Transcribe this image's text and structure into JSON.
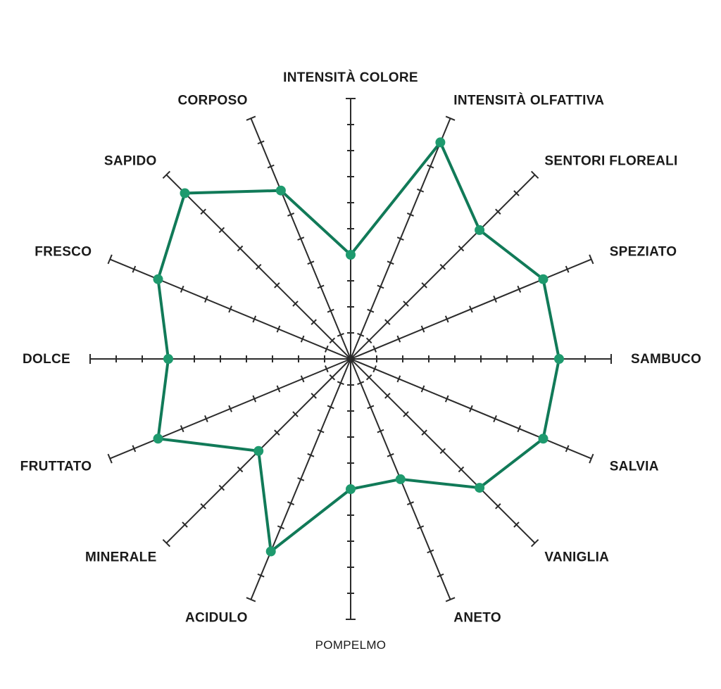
{
  "chart_data": {
    "type": "radar",
    "title": "",
    "max": 10,
    "tick_count": 10,
    "axes": [
      {
        "label": "INTENSITÀ COLORE",
        "value": 4
      },
      {
        "label": "INTENSITÀ OLFATTIVA",
        "value": 9
      },
      {
        "label": "SENTORI FLOREALI",
        "value": 7
      },
      {
        "label": "SPEZIATO",
        "value": 8
      },
      {
        "label": "SAMBUCO",
        "value": 8
      },
      {
        "label": "SALVIA",
        "value": 8
      },
      {
        "label": "VANIGLIA",
        "value": 7
      },
      {
        "label": "ANETO",
        "value": 5
      },
      {
        "label": "POMPELMO",
        "value": 5
      },
      {
        "label": "ACIDULO",
        "value": 8
      },
      {
        "label": "MINERALE",
        "value": 5
      },
      {
        "label": "FRUTTATO",
        "value": 8
      },
      {
        "label": "DOLCE",
        "value": 7
      },
      {
        "label": "FRESCO",
        "value": 8
      },
      {
        "label": "SAPIDO",
        "value": 9
      },
      {
        "label": "CORPOSO",
        "value": 7
      }
    ],
    "colors": {
      "series": "#117a58",
      "marker": "#1e9a6e",
      "axis": "#2b2b2b"
    }
  }
}
